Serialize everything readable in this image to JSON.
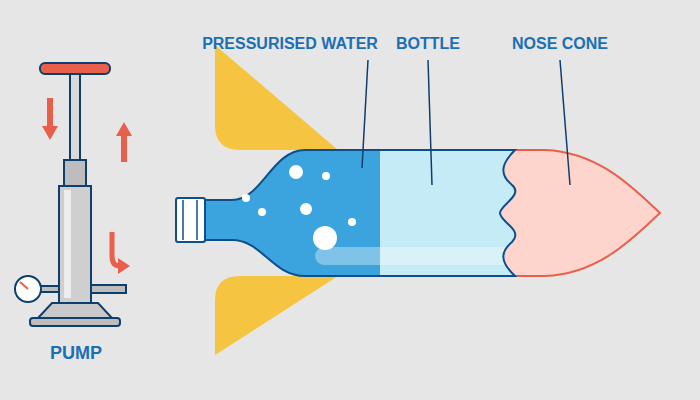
{
  "diagram": {
    "labels": [
      "PRESSURISED WATER",
      "BOTTLE",
      "NOSE CONE",
      "PUMP"
    ]
  }
}
